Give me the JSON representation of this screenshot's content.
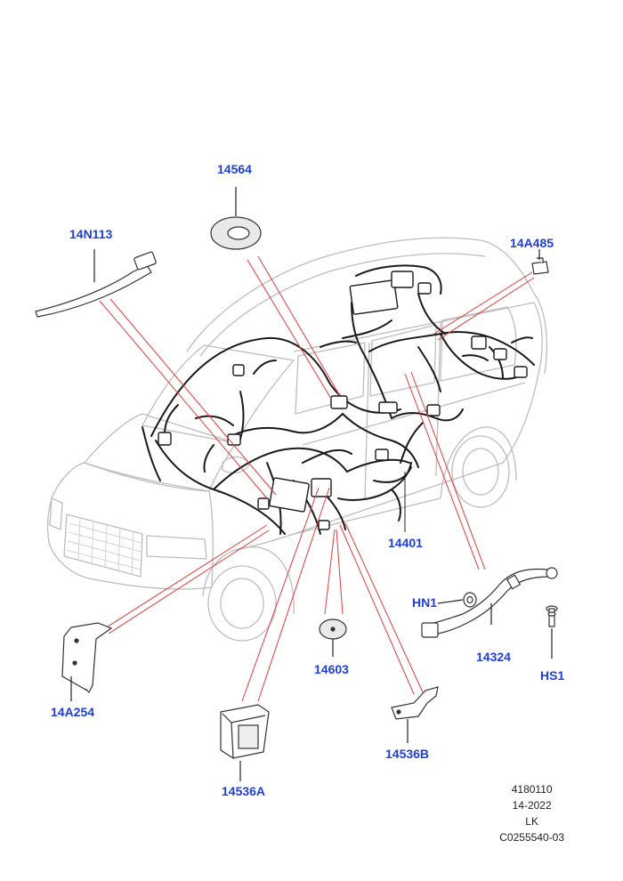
{
  "callouts": {
    "c14564": "14564",
    "c14N113": "14N113",
    "c14A485": "14A485",
    "c14401": "14401",
    "cHN1": "HN1",
    "c14324": "14324",
    "cHS1": "HS1",
    "c14603": "14603",
    "c14A254": "14A254",
    "c14536A": "14536A",
    "c14536B": "14536B"
  },
  "stamp": {
    "line1": "4180110",
    "line2": "14-2022",
    "line3": "LK",
    "line4": "C0255540-03"
  },
  "colors": {
    "callout": "#1f3fd6",
    "leader": "#e23b3b",
    "outline": "#bdbdbd",
    "harness": "#1a1a1a"
  }
}
